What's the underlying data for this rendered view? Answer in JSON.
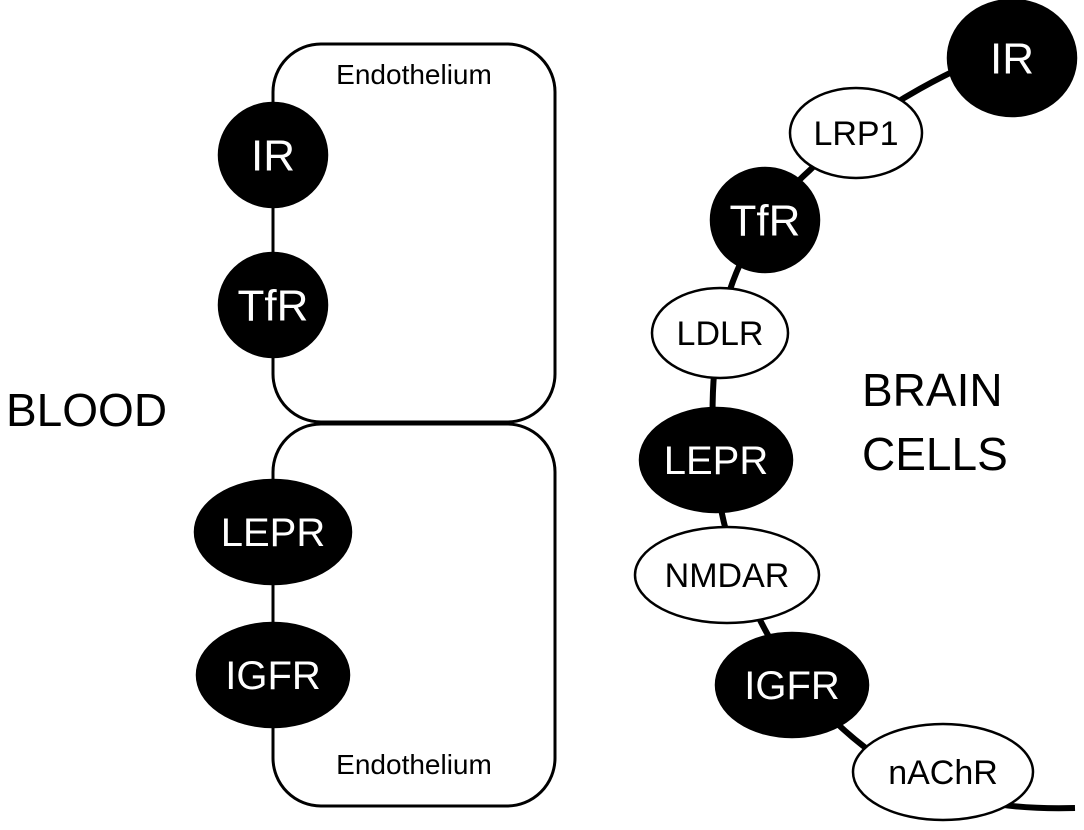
{
  "labels": {
    "blood": "BLOOD",
    "brain_line1": "BRAIN",
    "brain_line2": "CELLS",
    "endothelium_top": "Endothelium",
    "endothelium_bottom": "Endothelium"
  },
  "colors": {
    "filled": "#000000",
    "open": "#ffffff",
    "filled_text": "#ffffff",
    "open_text": "#000000"
  },
  "endothelium_receptors": [
    {
      "label": "IR",
      "filled": true
    },
    {
      "label": "TfR",
      "filled": true
    },
    {
      "label": "LEPR",
      "filled": true
    },
    {
      "label": "IGFR",
      "filled": true
    }
  ],
  "brain_receptors": [
    {
      "label": "IR",
      "filled": true
    },
    {
      "label": "LRP1",
      "filled": false
    },
    {
      "label": "TfR",
      "filled": true
    },
    {
      "label": "LDLR",
      "filled": false
    },
    {
      "label": "LEPR",
      "filled": true
    },
    {
      "label": "NMDAR",
      "filled": false
    },
    {
      "label": "IGFR",
      "filled": true
    },
    {
      "label": "nAChR",
      "filled": false
    }
  ]
}
